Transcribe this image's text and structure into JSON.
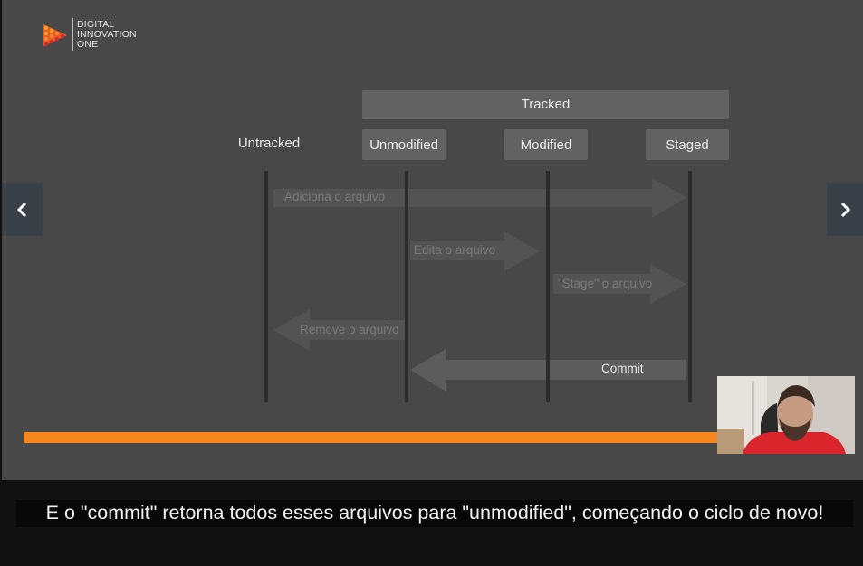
{
  "logo": {
    "lines": [
      "DIGITAL",
      "INNOVATION",
      "ONE"
    ],
    "colors": [
      "#f7a51c",
      "#ea5a2b",
      "#d9272e"
    ]
  },
  "diagram": {
    "group_label": "Tracked",
    "states": {
      "untracked": "Untracked",
      "unmodified": "Unmodified",
      "modified": "Modified",
      "staged": "Staged"
    },
    "transitions": {
      "add": "Adiciona o arquivo",
      "edit": "Edita o arquivo",
      "stage": "\"Stage\" o arquivo",
      "remove": "Remove o arquivo",
      "commit": "Commit"
    }
  },
  "player": {
    "progress_color": "#f7881f",
    "prev_icon": "chevron-left-icon",
    "next_icon": "chevron-right-icon"
  },
  "caption": {
    "text": "E o \"commit\" retorna todos esses arquivos para \"unmodified\", começando o ciclo de novo!"
  }
}
